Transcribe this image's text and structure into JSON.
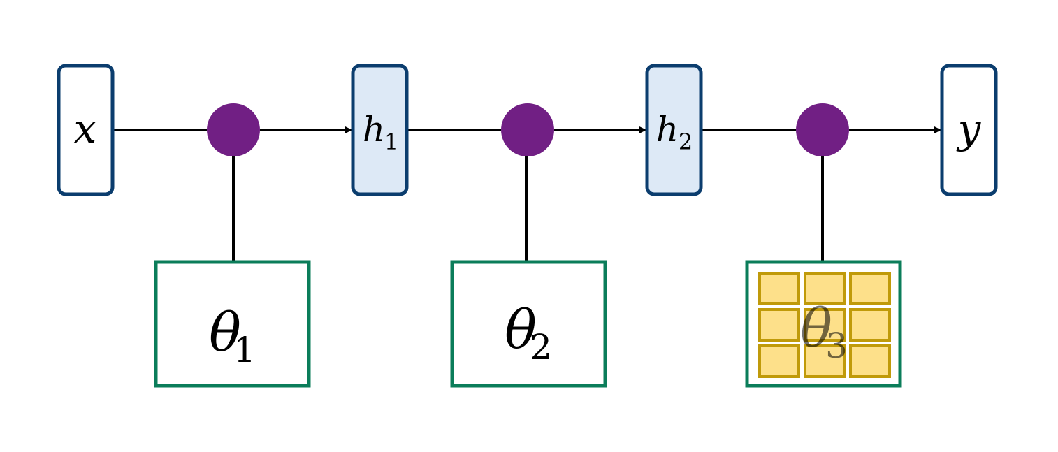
{
  "colors": {
    "edge": "#000000",
    "node_border": "#0b3d6e",
    "hidden_fill": "#dde9f6",
    "io_fill": "#ffffff",
    "op_fill": "#711f84",
    "param_border": "#0b7d5a",
    "grid_fill": "#fde08a",
    "grid_border": "#c09a0a"
  },
  "nodes": {
    "x": {
      "label": "x"
    },
    "h1": {
      "label": "h",
      "sub": "1"
    },
    "h2": {
      "label": "h",
      "sub": "2"
    },
    "y": {
      "label": "y"
    }
  },
  "params": {
    "theta1": {
      "label": "θ",
      "sub": "1"
    },
    "theta2": {
      "label": "θ",
      "sub": "2"
    },
    "theta3": {
      "label": "θ",
      "sub": "3"
    }
  },
  "theta3_grid": {
    "rows": 3,
    "cols": 3
  }
}
